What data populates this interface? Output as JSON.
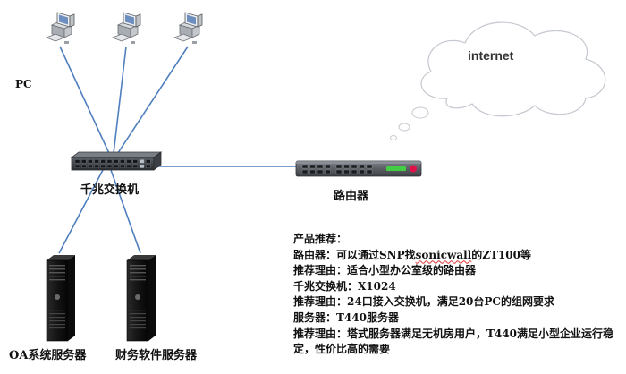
{
  "cloud": {
    "label": "internet"
  },
  "pc_group": {
    "label": "PC",
    "count": 3
  },
  "switch": {
    "label": "千兆交换机"
  },
  "router": {
    "label": "路由器",
    "led_color": "#e0124a",
    "status_color": "#44cc44"
  },
  "servers": [
    {
      "label": "OA系统服务器"
    },
    {
      "label": "财务软件服务器"
    }
  ],
  "link_color": "#4f7fbe",
  "info": {
    "heading": "产品推荐：",
    "router_line_prefix": "路由器：可以通过SNP找",
    "router_line_brand": "sonicwall",
    "router_line_suffix": "的ZT100等",
    "router_reason": "推荐理由：适合小型办公室级的路由器",
    "switch_line": "千兆交换机：X1024",
    "switch_reason": "推荐理由：24口接入交换机，满足20台PC的组网要求",
    "server_line": "服务器：T440服务器",
    "server_reason": "推荐理由：塔式服务器满足无机房用户，T440满足小型企业运行稳定，性价比高的需要"
  }
}
